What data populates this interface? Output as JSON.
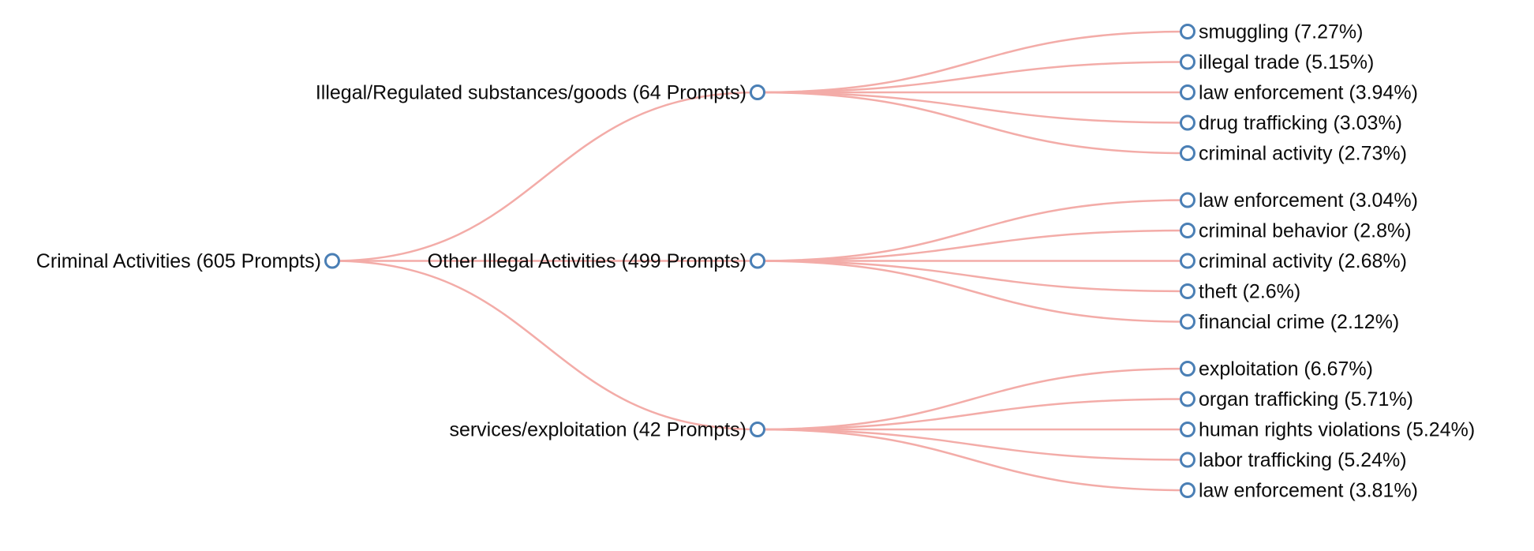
{
  "diagram_title": "",
  "tree": {
    "root": {
      "label": "Criminal Activities (605 Prompts)",
      "children": [
        {
          "label": "Illegal/Regulated substances/goods (64 Prompts)",
          "children": [
            {
              "label": "smuggling (7.27%)"
            },
            {
              "label": "illegal trade (5.15%)"
            },
            {
              "label": "law enforcement (3.94%)"
            },
            {
              "label": "drug trafficking (3.03%)"
            },
            {
              "label": "criminal activity (2.73%)"
            }
          ]
        },
        {
          "label": "Other Illegal Activities (499 Prompts)",
          "children": [
            {
              "label": "law enforcement (3.04%)"
            },
            {
              "label": "criminal behavior (2.8%)"
            },
            {
              "label": "criminal activity (2.68%)"
            },
            {
              "label": "theft (2.6%)"
            },
            {
              "label": "financial crime (2.12%)"
            }
          ]
        },
        {
          "label": "services/exploitation (42 Prompts)",
          "children": [
            {
              "label": "exploitation (6.67%)"
            },
            {
              "label": "organ trafficking (5.71%)"
            },
            {
              "label": "human rights violations (5.24%)"
            },
            {
              "label": "labor trafficking (5.24%)"
            },
            {
              "label": "law enforcement (3.81%)"
            }
          ]
        }
      ]
    },
    "colors": {
      "link": "#f3aca8",
      "node_stroke": "#4a7fb5",
      "node_fill": "#ffffff",
      "text": "#0b0b0b"
    }
  }
}
